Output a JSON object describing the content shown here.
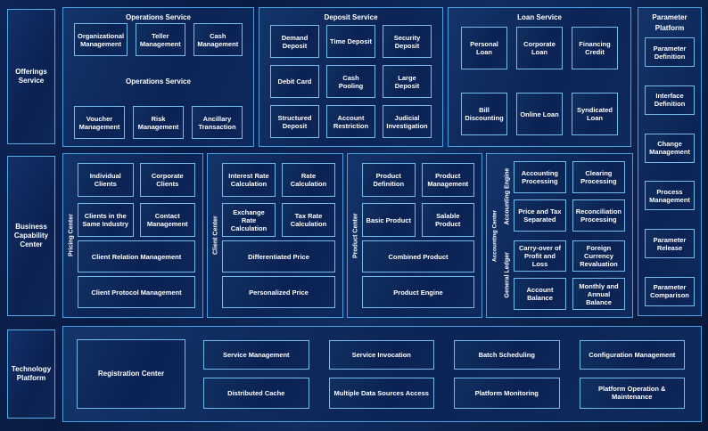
{
  "theme": {
    "page_bg": "#0a1c44",
    "panel_bg": "#0c2455",
    "panel_border": "#4aa0e4",
    "box_bg": "#0a2153",
    "box_border": "#74bbee",
    "text_color": "#ffffff"
  },
  "left_labels": [
    "Offerings Service",
    "Business Capability Center",
    "Technology Platform"
  ],
  "row1": {
    "operations": {
      "title": "Operations Service",
      "mid_label": "Operations Service",
      "row1": [
        "Organizational Management",
        "Teller Management",
        "Cash Management"
      ],
      "row2": [
        "Voucher Management",
        "Risk Management",
        "Ancillary Transaction"
      ]
    },
    "deposit": {
      "title": "Deposit Service",
      "items": [
        "Demand Deposit",
        "Time Deposit",
        "Security Deposit",
        "Debit Card",
        "Cash Pooling",
        "Large Deposit",
        "Structured Deposit",
        "Account Restriction",
        "Judicial Investigation"
      ]
    },
    "loan": {
      "title": "Loan Service",
      "items": [
        "Personal Loan",
        "Corporate Loan",
        "Financing Credit",
        "Bill Discounting",
        "Online Loan",
        "Syndicated Loan"
      ]
    }
  },
  "parameter_platform": {
    "title_line1": "Parameter",
    "title_line2": "Platform",
    "items": [
      "Parameter Definition",
      "Interface Definition",
      "Change Management",
      "Process Management",
      "Parameter Release",
      "Parameter Comparison"
    ]
  },
  "row2": {
    "pricing_center": {
      "vertical_label": "Pricing Center",
      "small": [
        "Individual Clients",
        "Corporate Clients",
        "Clients in the Same Industry",
        "Contact Management"
      ],
      "wide": [
        "Client Relation Management",
        "Client Protocol Management"
      ]
    },
    "client_center": {
      "vertical_label": "Client Center",
      "small": [
        "Interest Rate Calculation",
        "Rate Calculation",
        "Exchange Rate Calculation",
        "Tax Rate Calculation"
      ],
      "wide": [
        "Differentiated Price",
        "Personalized Price"
      ]
    },
    "product_center": {
      "vertical_label": "Product Center",
      "small": [
        "Product Definition",
        "Product Management",
        "Basic Product",
        "Salable Product"
      ],
      "wide": [
        "Combined Product",
        "Product Engine"
      ]
    },
    "accounting_center": {
      "vertical_label": "Accounting Center",
      "groups": [
        {
          "vertical_label": "Accounting Engine",
          "items": [
            "Accounting Processing",
            "Clearing Processing",
            "Price and Tax Separated",
            "Reconciliation Processing"
          ]
        },
        {
          "vertical_label": "General Ledger",
          "items": [
            "Carry-over of Profit and Loss",
            "Foreign Currency Revaluation",
            "Account Balance",
            "Monthly and Annual Balance"
          ]
        }
      ]
    }
  },
  "row3": {
    "registration": "Registration Center",
    "grid": [
      "Service Management",
      "Service Invocation",
      "Batch Scheduling",
      "Configuration Management",
      "Distributed Cache",
      "Multiple Data Sources Access",
      "Platform Monitoring",
      "Platform Operation & Maintenance"
    ]
  }
}
